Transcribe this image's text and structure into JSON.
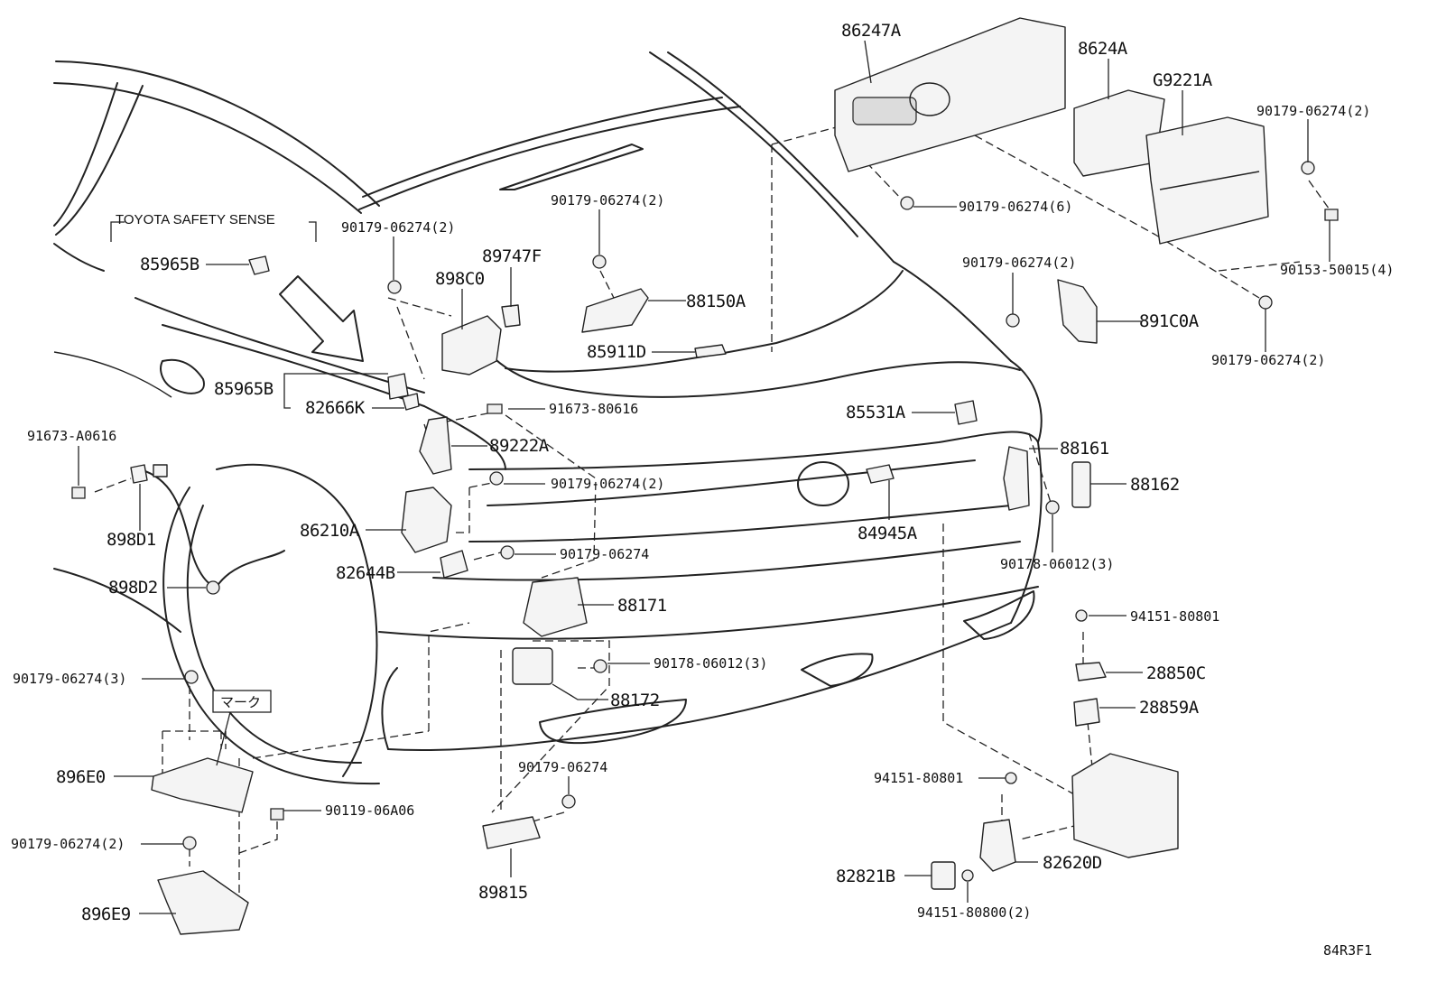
{
  "header": {
    "safety_sense": "TOYOTA SAFETY SENSE",
    "mark_note": "マーク"
  },
  "diagram_code": "84R3F1",
  "labels": [
    {
      "id": "86247A",
      "text": "86247A"
    },
    {
      "id": "8624A",
      "text": "8624A"
    },
    {
      "id": "G9221A",
      "text": "G9221A"
    },
    {
      "id": "90179-06274-2-a",
      "text": "90179-06274(2)"
    },
    {
      "id": "90179-06274-6",
      "text": "90179-06274(6)"
    },
    {
      "id": "90153-50015-4",
      "text": "90153-50015(4)"
    },
    {
      "id": "90179-06274-2-b",
      "text": "90179-06274(2)"
    },
    {
      "id": "90179-06274-2-c",
      "text": "90179-06274(2)"
    },
    {
      "id": "891C0A",
      "text": "891C0A"
    },
    {
      "id": "90179-06274-2-d",
      "text": "90179-06274(2)"
    },
    {
      "id": "90179-06274-2-e",
      "text": "90179-06274(2)"
    },
    {
      "id": "898C0",
      "text": "898C0"
    },
    {
      "id": "89747F",
      "text": "89747F"
    },
    {
      "id": "88150A",
      "text": "88150A"
    },
    {
      "id": "85911D",
      "text": "85911D"
    },
    {
      "id": "85965B-a",
      "text": "85965B"
    },
    {
      "id": "85965B-b",
      "text": "85965B"
    },
    {
      "id": "82666K",
      "text": "82666K"
    },
    {
      "id": "91673-80616",
      "text": "91673-80616"
    },
    {
      "id": "89222A",
      "text": "89222A"
    },
    {
      "id": "91673-A0616",
      "text": "91673-A0616"
    },
    {
      "id": "90179-06274-2-f",
      "text": "90179-06274(2)"
    },
    {
      "id": "86210A",
      "text": "86210A"
    },
    {
      "id": "898D1",
      "text": "898D1"
    },
    {
      "id": "90179-06274-a",
      "text": "90179-06274"
    },
    {
      "id": "82644B",
      "text": "82644B"
    },
    {
      "id": "898D2",
      "text": "898D2"
    },
    {
      "id": "88171",
      "text": "88171"
    },
    {
      "id": "85531A",
      "text": "85531A"
    },
    {
      "id": "88161",
      "text": "88161"
    },
    {
      "id": "88162",
      "text": "88162"
    },
    {
      "id": "84945A",
      "text": "84945A"
    },
    {
      "id": "90178-06012-3-a",
      "text": "90178-06012(3)"
    },
    {
      "id": "90178-06012-3-b",
      "text": "90178-06012(3)"
    },
    {
      "id": "90179-06274-3",
      "text": "90179-06274(3)"
    },
    {
      "id": "88172",
      "text": "88172"
    },
    {
      "id": "94151-80801-a",
      "text": "94151-80801"
    },
    {
      "id": "28850C",
      "text": "28850C"
    },
    {
      "id": "28859A",
      "text": "28859A"
    },
    {
      "id": "896E0",
      "text": "896E0"
    },
    {
      "id": "90179-06274-b",
      "text": "90179-06274"
    },
    {
      "id": "90119-06A06",
      "text": "90119-06A06"
    },
    {
      "id": "94151-80801-b",
      "text": "94151-80801"
    },
    {
      "id": "90179-06274-2-g",
      "text": "90179-06274(2)"
    },
    {
      "id": "82620D",
      "text": "82620D"
    },
    {
      "id": "82821B",
      "text": "82821B"
    },
    {
      "id": "89815",
      "text": "89815"
    },
    {
      "id": "896E9",
      "text": "896E9"
    },
    {
      "id": "94151-80800-2",
      "text": "94151-80800(2)"
    }
  ]
}
